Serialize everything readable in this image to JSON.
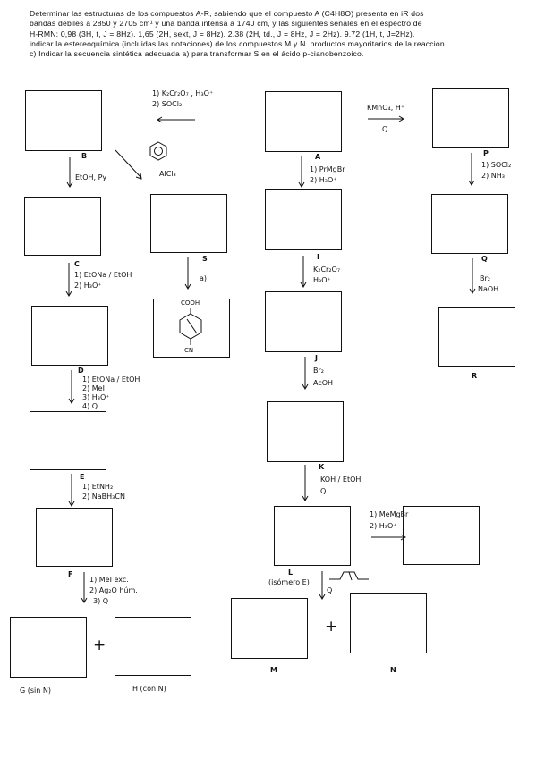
{
  "header": {
    "lines": [
      "Determinar las estructuras de los compuestos A-R, sabiendo que el compuesto A (C4H8O) presenta en iR dos",
      "bandas debiles a 2850 y 2705 cm¹ y una banda intensa a 1740 cm, y las siguientes senales en el espectro de",
      "H-RMN: 0,98 (3H, t, J = 8Hz). 1,65 (2H, sext, J = 8Hz). 2.38 (2H, td., J = 8Hz, J = 2Hz). 9.72 (1H, t, J=2Hz).",
      "indicar la estereoquímica (incluidas las notaciones) de los compuestos M y N. productos mayoritarios de la reaccion.",
      "c) Indicar la secuencia sintética adecuada a) para transformar S en el ácido p-cianobenzoico."
    ]
  },
  "labels": {
    "A": "A",
    "B": "B",
    "C": "C",
    "D": "D",
    "E": "E",
    "F": "F",
    "G": "G (sin N)",
    "H": "H (con N)",
    "I": "I",
    "J": "J",
    "K": "K",
    "L": "L",
    "L_note": "(isómero E)",
    "M": "M",
    "N": "N",
    "P": "P",
    "Q": "Q",
    "R": "R",
    "S": "S"
  },
  "reagents": {
    "to_B_1": "1) K₂Cr₂O₇ , H₃O⁺",
    "to_B_2": "2) SOCl₂",
    "friedel_crafts": "AlCl₃",
    "B_to_C": "EtOH, Py",
    "C_to_D_1": "1) EtONa / EtOH",
    "C_to_D_2": "2) H₃O⁺",
    "D_to_E_1": "1) EtONa / EtOH",
    "D_to_E_2": "2) MeI",
    "D_to_E_3": "3) H₃O⁺",
    "D_to_E_4": "4) Q",
    "E_to_F_1": "1) EtNH₂",
    "E_to_F_2": "2) NaBH₃CN",
    "F_to_GH_1": "1) MeI exc.",
    "F_to_GH_2": "2) Ag₂O húm.",
    "F_to_GH_3": "3) Q",
    "S_step": "a)",
    "A_to_I_1": "1) PrMgBr",
    "A_to_I_2": "2) H₃O⁺",
    "I_to_J_1": "K₂Cr₂O₇",
    "I_to_J_2": "H₃O⁺",
    "J_to_K_1": "Br₂",
    "J_to_K_2": "AcOH",
    "K_to_L_1": "KOH / EtOH",
    "K_to_L_2": "Q",
    "L_to_MN": "Q",
    "L_side_1": "1) MeMgBr",
    "L_side_2": "2) H₃O⁺",
    "A_to_P_1": "KMnO₄, H⁺",
    "A_to_P_2": "Q",
    "P_to_Q_1": "1) SOCl₂",
    "P_to_Q_2": "2) NH₃",
    "Q_to_R_1": "Br₂",
    "Q_to_R_2": "NaOH"
  },
  "structure": {
    "top": "COOH",
    "bottom": "CN"
  },
  "plus": "+"
}
